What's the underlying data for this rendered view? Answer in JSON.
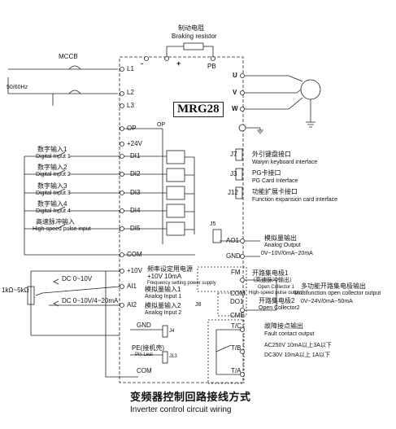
{
  "brake": {
    "cn": "制动电阻",
    "en": "Braking resistor"
  },
  "mccb": "MCCB",
  "freq": "50/60Hz",
  "model": "MRG28",
  "terminals_left": [
    "L1",
    "L2",
    "L3",
    "OP",
    "+24V",
    "DI1",
    "DI2",
    "DI3",
    "DI4",
    "DI5",
    "COM",
    "+10V",
    "AI1",
    "AI2"
  ],
  "dc_top": [
    "-",
    "+",
    "PB"
  ],
  "motor_terms": [
    "U",
    "V",
    "W"
  ],
  "op_small": "OP",
  "digital_inputs": [
    {
      "cn": "数字输入1",
      "en": "Digital Input 1"
    },
    {
      "cn": "数字输入2",
      "en": "Digital Input 2"
    },
    {
      "cn": "数字输入3",
      "en": "Digital Input 3"
    },
    {
      "cn": "数字输入4",
      "en": "Digital Input 4"
    }
  ],
  "hs_input": {
    "cn": "高速脉冲输入",
    "en": "High-speed pulse input"
  },
  "jumpers": {
    "j7": "J7",
    "j3": "J3",
    "j12": "J12",
    "j5": "J5",
    "j8": "J8",
    "j4": "J4",
    "j13": "J13"
  },
  "interfaces": [
    {
      "cn": "外引键盘接口",
      "en": "Waiyin keyboard interface"
    },
    {
      "cn": "PG卡接口",
      "en": "PG Card Interface"
    },
    {
      "cn": "功能扩展卡接口",
      "en": "Function expansion card interface"
    }
  ],
  "ao1": "AO1",
  "gnd": "GND",
  "analog_out": {
    "cn": "模拟量输出",
    "en": "Analog Output",
    "range": "0V~10V/0mA~20mA"
  },
  "fm": "FM",
  "com": "COM",
  "do1": "DO1",
  "cme": "CME",
  "oc1": {
    "cn": "开路集电极1",
    "cn2": "（高速脉冲输出）",
    "en": "Open Collector 1",
    "en2": "High-speed pulse output"
  },
  "oc2": {
    "cn": "开路集电极2",
    "en": "Open Collector2"
  },
  "mf_out": {
    "cn": "多功能开路集电极输出",
    "en": "Multifunction open collector output",
    "range": "0V~24V/0mA~50mA"
  },
  "freq_ps": {
    "cn": "频率设定用电源",
    "v": "+10V 10mA",
    "en": "Frequency setting power supply"
  },
  "ai1_lbl": {
    "cn": "模拟量输入1",
    "en": "Analog Input 1"
  },
  "ai2_lbl": {
    "cn": "模拟量输入2",
    "en": "Analog Input 2"
  },
  "pot": "1kΩ~5kΩ",
  "dc1": "DC 0~10V",
  "dc2": "DC 0~10V/4~20mA",
  "pe": {
    "cn": "PE(接机壳)",
    "en": "Pin Leal"
  },
  "relay_terms": [
    "T/C",
    "T/B",
    "T/A"
  ],
  "fault": {
    "cn": "故障接点输出",
    "en": "Fault contact output",
    "l1": "AC250V 10mA以上3A以下",
    "l2": "DC30V 10mA以上 1A以下"
  },
  "caption": {
    "cn": "变频器控制回路接线方式",
    "en": "Inverter control circuit wiring"
  }
}
